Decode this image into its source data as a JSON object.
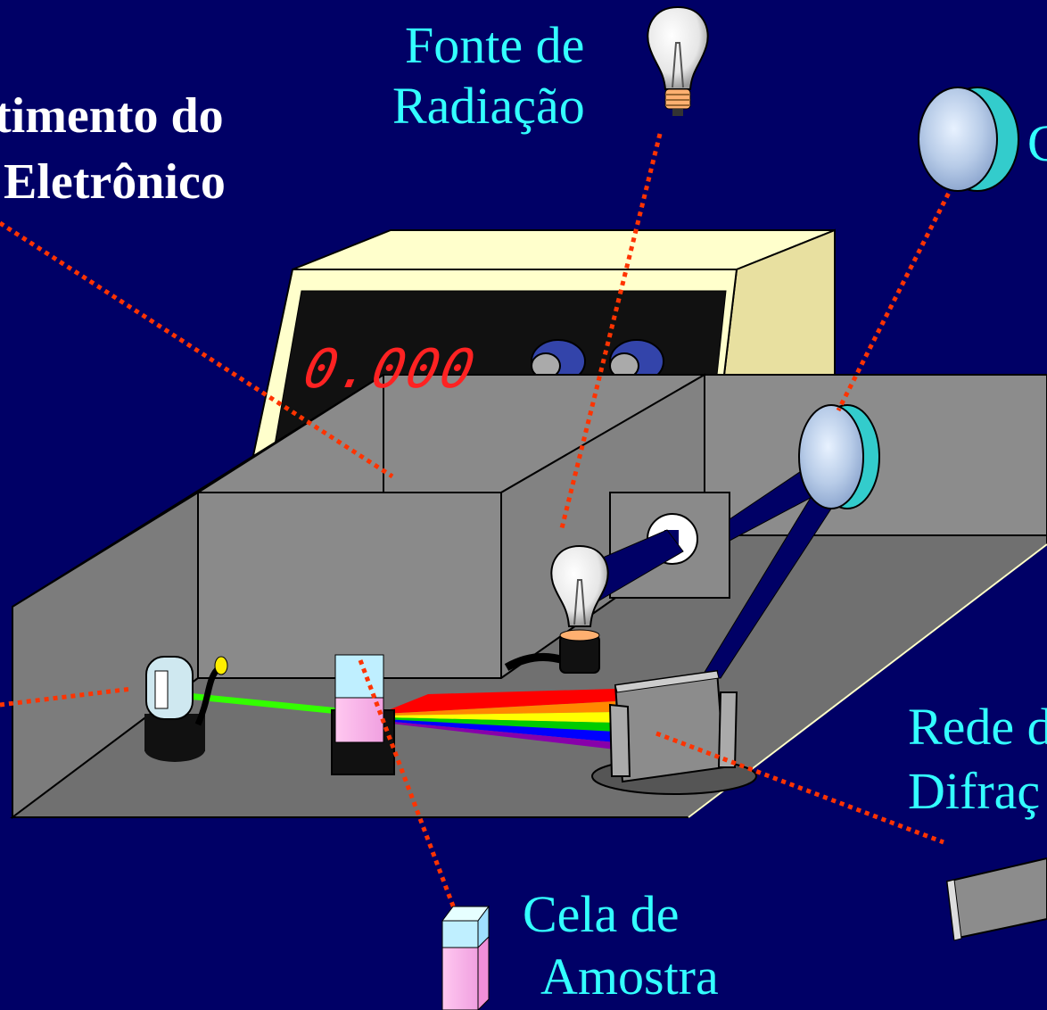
{
  "labels": {
    "fonte": {
      "line1": "Fonte de",
      "line2": "Radiação"
    },
    "compartimento": {
      "line1": "timento do",
      "line2": "Eletrônico"
    },
    "colimador_partial": "C",
    "rede": {
      "line1": "Rede d",
      "line2": "Difraç"
    },
    "cela": {
      "line1": "Cela de",
      "line2": "Amostra"
    }
  },
  "display_value": "0.000",
  "colors": {
    "background": "#000066",
    "label_cyan": "#33ffff",
    "label_white": "#ffffff",
    "pointer_dotted": "#ff3300",
    "housing": "#808080",
    "instrument_body": "#ffffcc",
    "beam": "#000066",
    "detector_beam": "#33ff00",
    "spectrum": [
      "#ff0000",
      "#ff8800",
      "#ffff00",
      "#00cc00",
      "#0000ff",
      "#8800aa"
    ]
  }
}
